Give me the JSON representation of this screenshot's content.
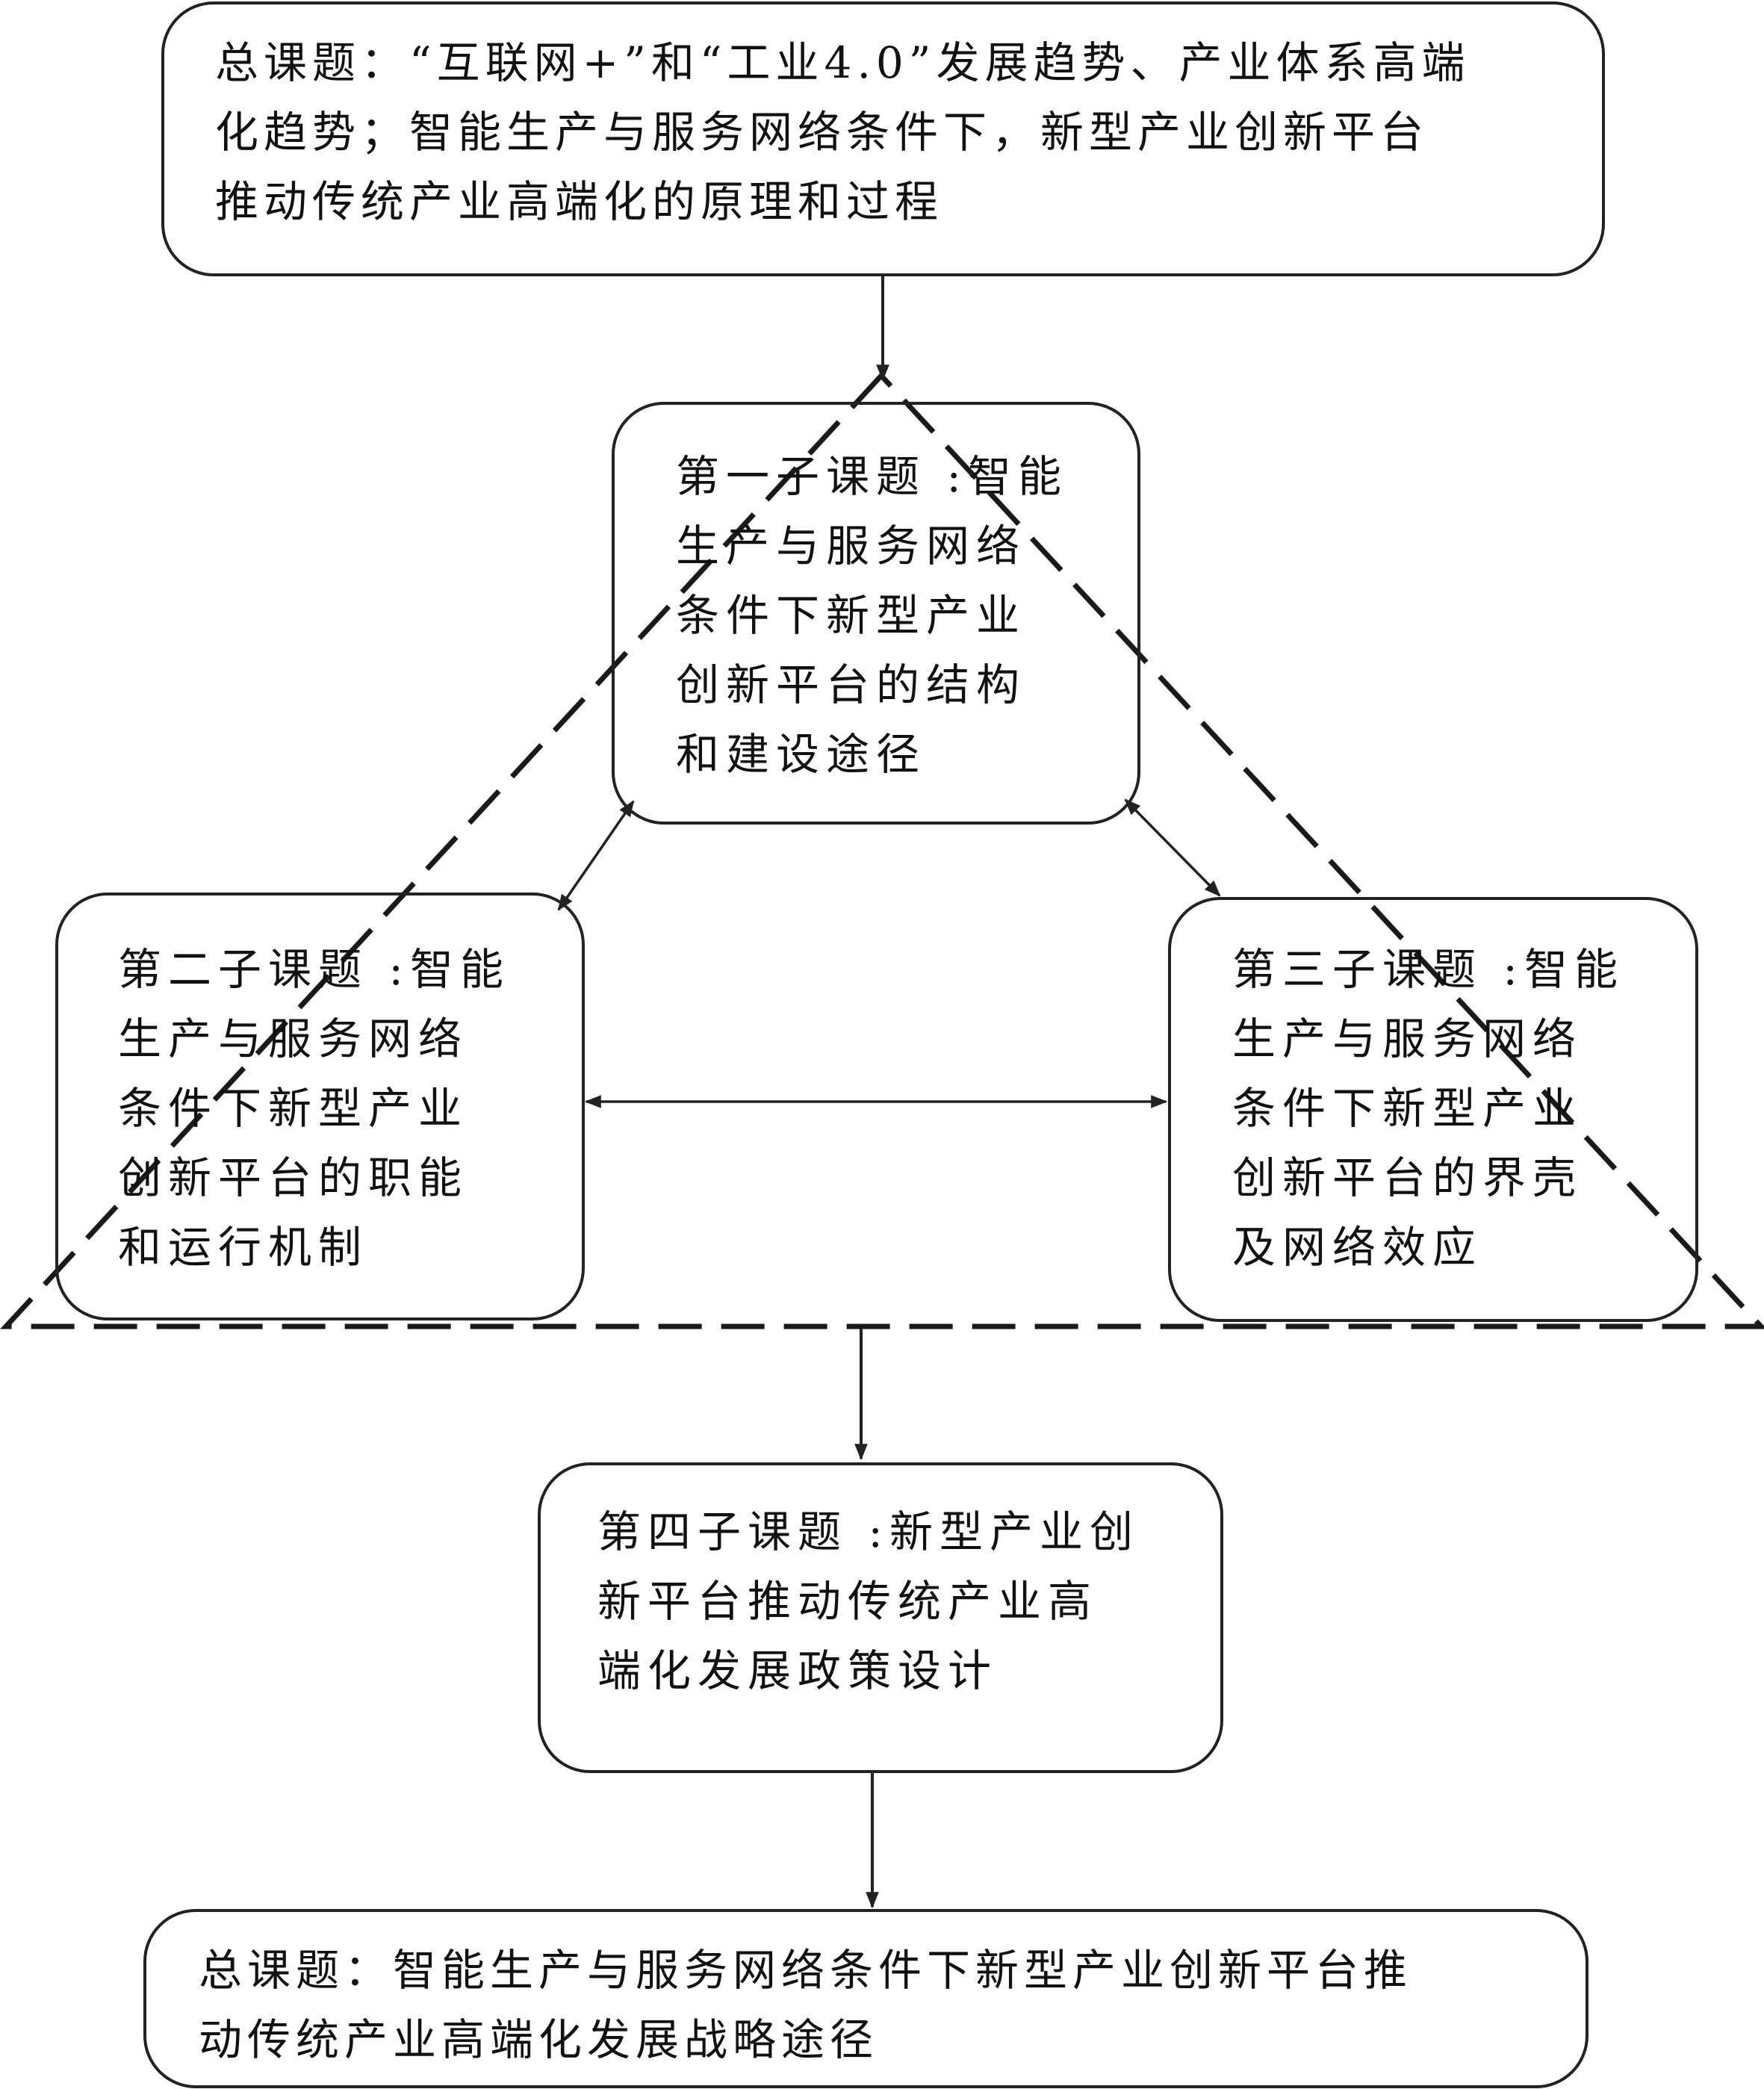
{
  "diagram": {
    "top_topic": "总课题：“互联网+”和“工业4.0”发展趋势、产业体系高端\n化趋势；智能生产与服务网络条件下，新型产业创新平台\n推动传统产业高端化的原理和过程",
    "sub1": "第一子课题 :智能\n生产与服务网络\n条件下新型产业\n创新平台的结构\n和建设途径",
    "sub2": "第二子课题 :智能\n生产与服务网络\n条件下新型产业\n创新平台的职能\n和运行机制",
    "sub3": "第三子课题 :智能\n生产与服务网络\n条件下新型产业\n创新平台的界壳\n及网络效应",
    "sub4": "第四子课题 :新型产业创\n新平台推动传统产业高\n端化发展政策设计",
    "bottom_topic": "总课题：智能生产与服务网络条件下新型产业创新平台推\n动传统产业高端化发展战略途径"
  }
}
